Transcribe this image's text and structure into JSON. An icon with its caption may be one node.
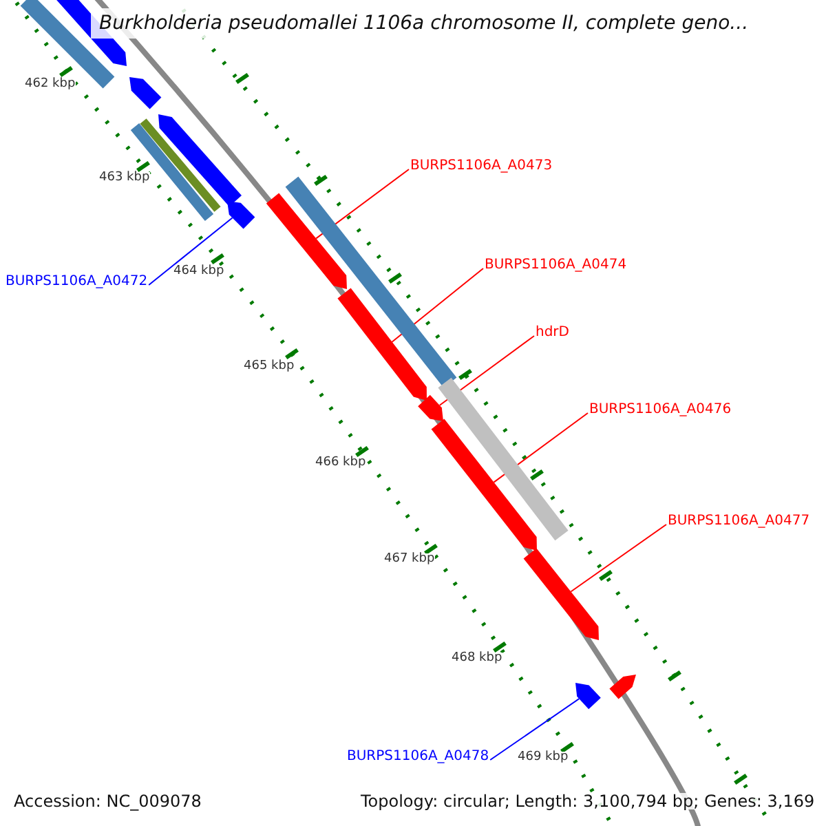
{
  "diagram": {
    "title": "Burkholderia pseudomallei 1106a chromosome II, complete geno...",
    "nodes": [
      {
        "text": [
          "BURPS1106A_A0473"
        ]
      },
      {
        "text": [
          "BURPS1106A_A0474"
        ]
      },
      {
        "text": [
          "BURPS1106A_A0472"
        ]
      },
      {
        "text": [
          "hdrD"
        ]
      },
      {
        "text": [
          "BURPS1106A_A0476"
        ]
      },
      {
        "text": [
          "BURPS1106A_A0477"
        ]
      },
      {
        "text": [
          "BURPS1106A_A0478"
        ]
      },
      {
        "text": [],
        "shape": "bar"
      },
      {
        "text": [],
        "shape": "bar"
      },
      {
        "text": [],
        "shape": "bar"
      },
      {
        "text": [],
        "shape": "bar"
      },
      {
        "text": [],
        "shape": "bar"
      },
      {
        "text": [],
        "shape": "bar"
      },
      {
        "text": [],
        "shape": "bar"
      },
      {
        "text": [],
        "shape": "bar"
      },
      {
        "text": [],
        "shape": "bar"
      },
      {
        "text": [],
        "shape": "bar"
      },
      {
        "text": [],
        "shape": "bar"
      },
      {
        "text": [],
        "shape": "bar"
      },
      {
        "text": [],
        "shape": "bar"
      },
      {
        "text": [],
        "shape": "bar"
      },
      {
        "text": [],
        "shape": "bar"
      },
      {
        "text": [],
        "shape": "bar"
      }
    ],
    "edges": [
      {
        "from": 0,
        "to": 7,
        "arrow": "none"
      },
      {
        "from": 1,
        "to": 8,
        "arrow": "none"
      },
      {
        "from": 2,
        "to": 9,
        "arrow": "none",
        "color": "#0000ff"
      },
      {
        "from": 3,
        "to": 10,
        "arrow": "none"
      },
      {
        "from": 4,
        "to": 11,
        "arrow": "none"
      },
      {
        "from": 5,
        "to": 12,
        "arrow": "none"
      },
      {
        "from": 6,
        "to": 13,
        "arrow": "none",
        "color": "#0000ff"
      }
    ],
    "labels": [
      "462 kbp",
      "463 kbp",
      "464 kbp",
      "465 kbp",
      "466 kbp",
      "467 kbp",
      "468 kbp",
      "469 kbp",
      "Accession: NC_009078",
      "Topology: circular; Length: 3,100,794 bp; Genes: 3,169"
    ]
  }
}
